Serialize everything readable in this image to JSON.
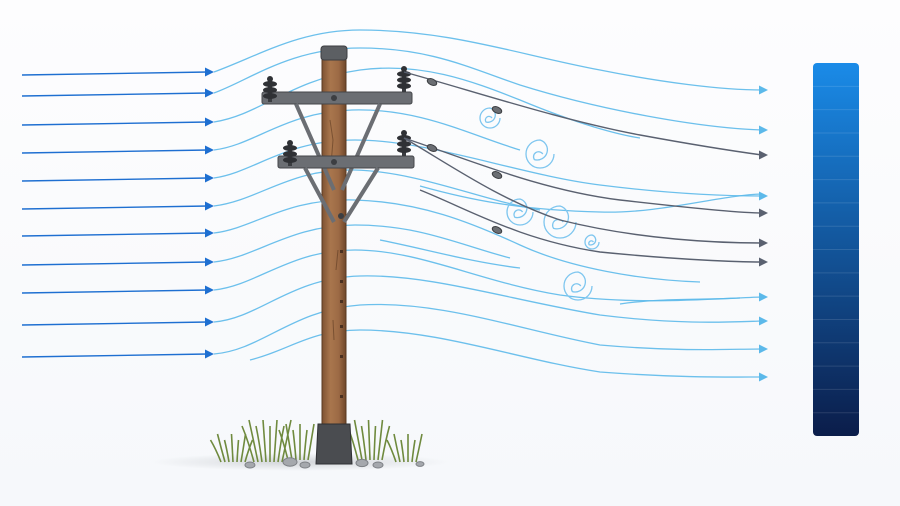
{
  "colors": {
    "background": "#f7f9fc",
    "inflow_arrow": "#1e6fd1",
    "streamline_light": "#5cb9ea",
    "streamline_dark": "#5a6170",
    "eddy": "#7ec6ef",
    "pole_wood": "#9c6a45",
    "pole_cap": "#5c5f63",
    "crossarm": "#6b6e73",
    "insulator": "#2f3135",
    "grass": "#6f8a3e",
    "colorbar_top": "#1a8be8",
    "colorbar_bottom": "#0b1d4a"
  },
  "icons": {
    "inflow": "arrow-right-icon",
    "eddy": "swirl-icon",
    "insulator": "insulator-icon"
  },
  "diagram": {
    "subject": "utility-pole-in-wind",
    "inflow_arrow_count": 11,
    "wake_eddy_count": 6,
    "crossarm_count": 2,
    "insulator_count": 4,
    "conductor_count": 4,
    "colorbar_segments": 16
  }
}
